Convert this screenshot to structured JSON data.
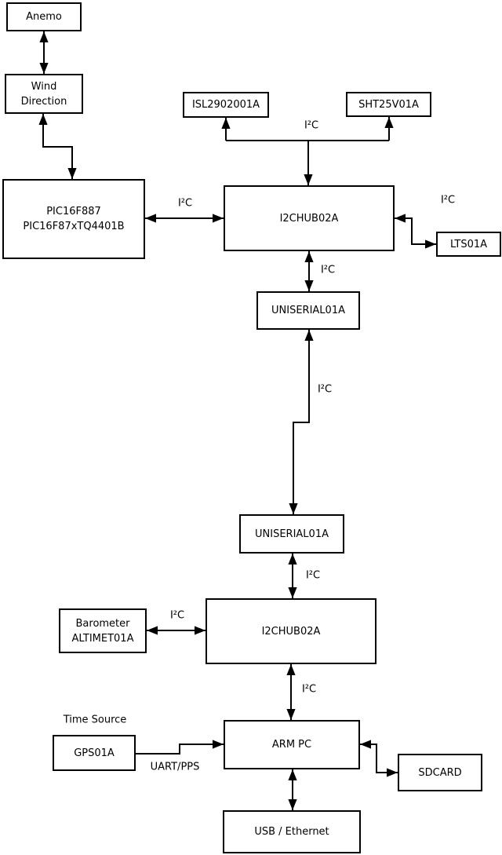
{
  "diagram": {
    "colors": {
      "background": "#ffffff",
      "line": "#000000",
      "box_fill": "#ffffff",
      "text": "#000000"
    },
    "nodes": {
      "anemo": {
        "label": "Anemo"
      },
      "wind_direction": {
        "line1": "Wind",
        "line2": "Direction"
      },
      "pic": {
        "line1": "PIC16F887",
        "line2": "PIC16F87xTQ4401B"
      },
      "isl": {
        "label": "ISL2902001A"
      },
      "sht": {
        "label": "SHT25V01A"
      },
      "i2c_hub_top": {
        "label": "I2CHUB02A"
      },
      "lts": {
        "label": "LTS01A"
      },
      "uniserial_top": {
        "label": "UNISERIAL01A"
      },
      "uniserial_bottom": {
        "label": "UNISERIAL01A"
      },
      "barometer": {
        "line1": "Barometer",
        "line2": "ALTIMET01A"
      },
      "i2c_hub_bottom": {
        "label": "I2CHUB02A"
      },
      "gps": {
        "label": "GPS01A"
      },
      "arm_pc": {
        "label": "ARM PC"
      },
      "sdcard": {
        "label": "SDCARD"
      },
      "usb_ethernet": {
        "label": "USB / Ethernet"
      }
    },
    "labels": {
      "i2c": "I²C",
      "uart_pps": "UART/PPS",
      "time_source": "Time Source"
    }
  }
}
